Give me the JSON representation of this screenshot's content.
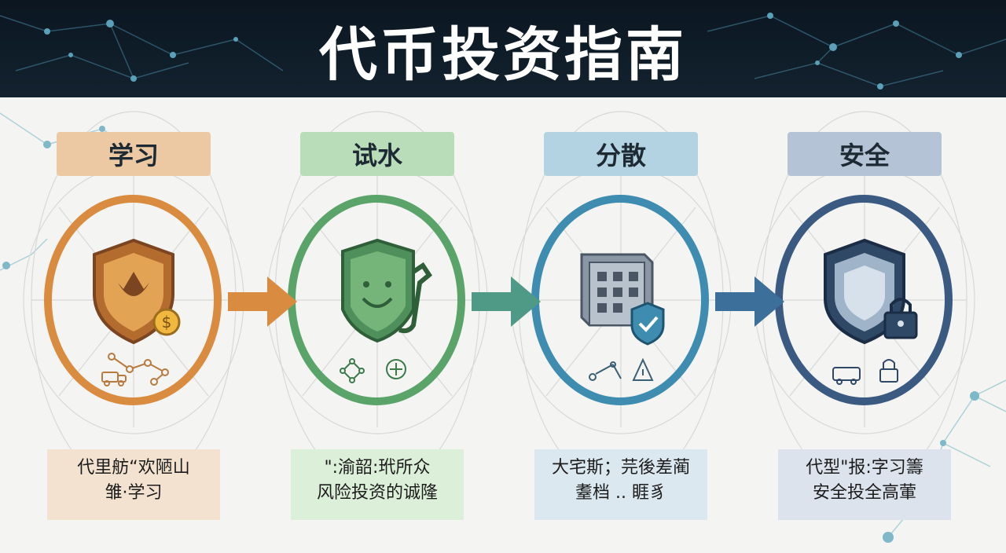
{
  "title": "代币投资指南",
  "steps": [
    {
      "label": "学习",
      "caption_line1": "代里舫“欢陋山",
      "caption_line2": "雏·学习",
      "color": "#d98c3f",
      "banner_color": "#ecc9a3",
      "caption_bg": "#f3e2d0",
      "main_icon": "coin-shield-icon",
      "small_icons": [
        "network-nodes-icon",
        "truck-icon"
      ]
    },
    {
      "label": "试水",
      "caption_line1": "\":渝韶:玳所众",
      "caption_line2": "风险投资的诚隆",
      "color": "#5aa46a",
      "banner_color": "#b9ddb9",
      "caption_bg": "#dcefd8",
      "main_icon": "smile-shield-icon",
      "small_icons": [
        "network-icon",
        "target-icon"
      ]
    },
    {
      "label": "分散",
      "caption_line1": "大宅斯；芫後差蔺",
      "caption_line2": "耋档 .. 睚豸",
      "color": "#3e8cb0",
      "banner_color": "#b3d3e2",
      "caption_bg": "#dbe8ef",
      "main_icon": "vault-shield-icon",
      "small_icons": [
        "scale-icon",
        "lock-icon"
      ]
    },
    {
      "label": "安全",
      "caption_line1": "代型\"报:字习籌",
      "caption_line2": "安全投全高葷",
      "color": "#3b5a82",
      "banner_color": "#b5c3d6",
      "caption_bg": "#dde3ec",
      "main_icon": "shield-lock-icon",
      "small_icons": [
        "van-icon",
        "padlock-icon"
      ]
    }
  ]
}
